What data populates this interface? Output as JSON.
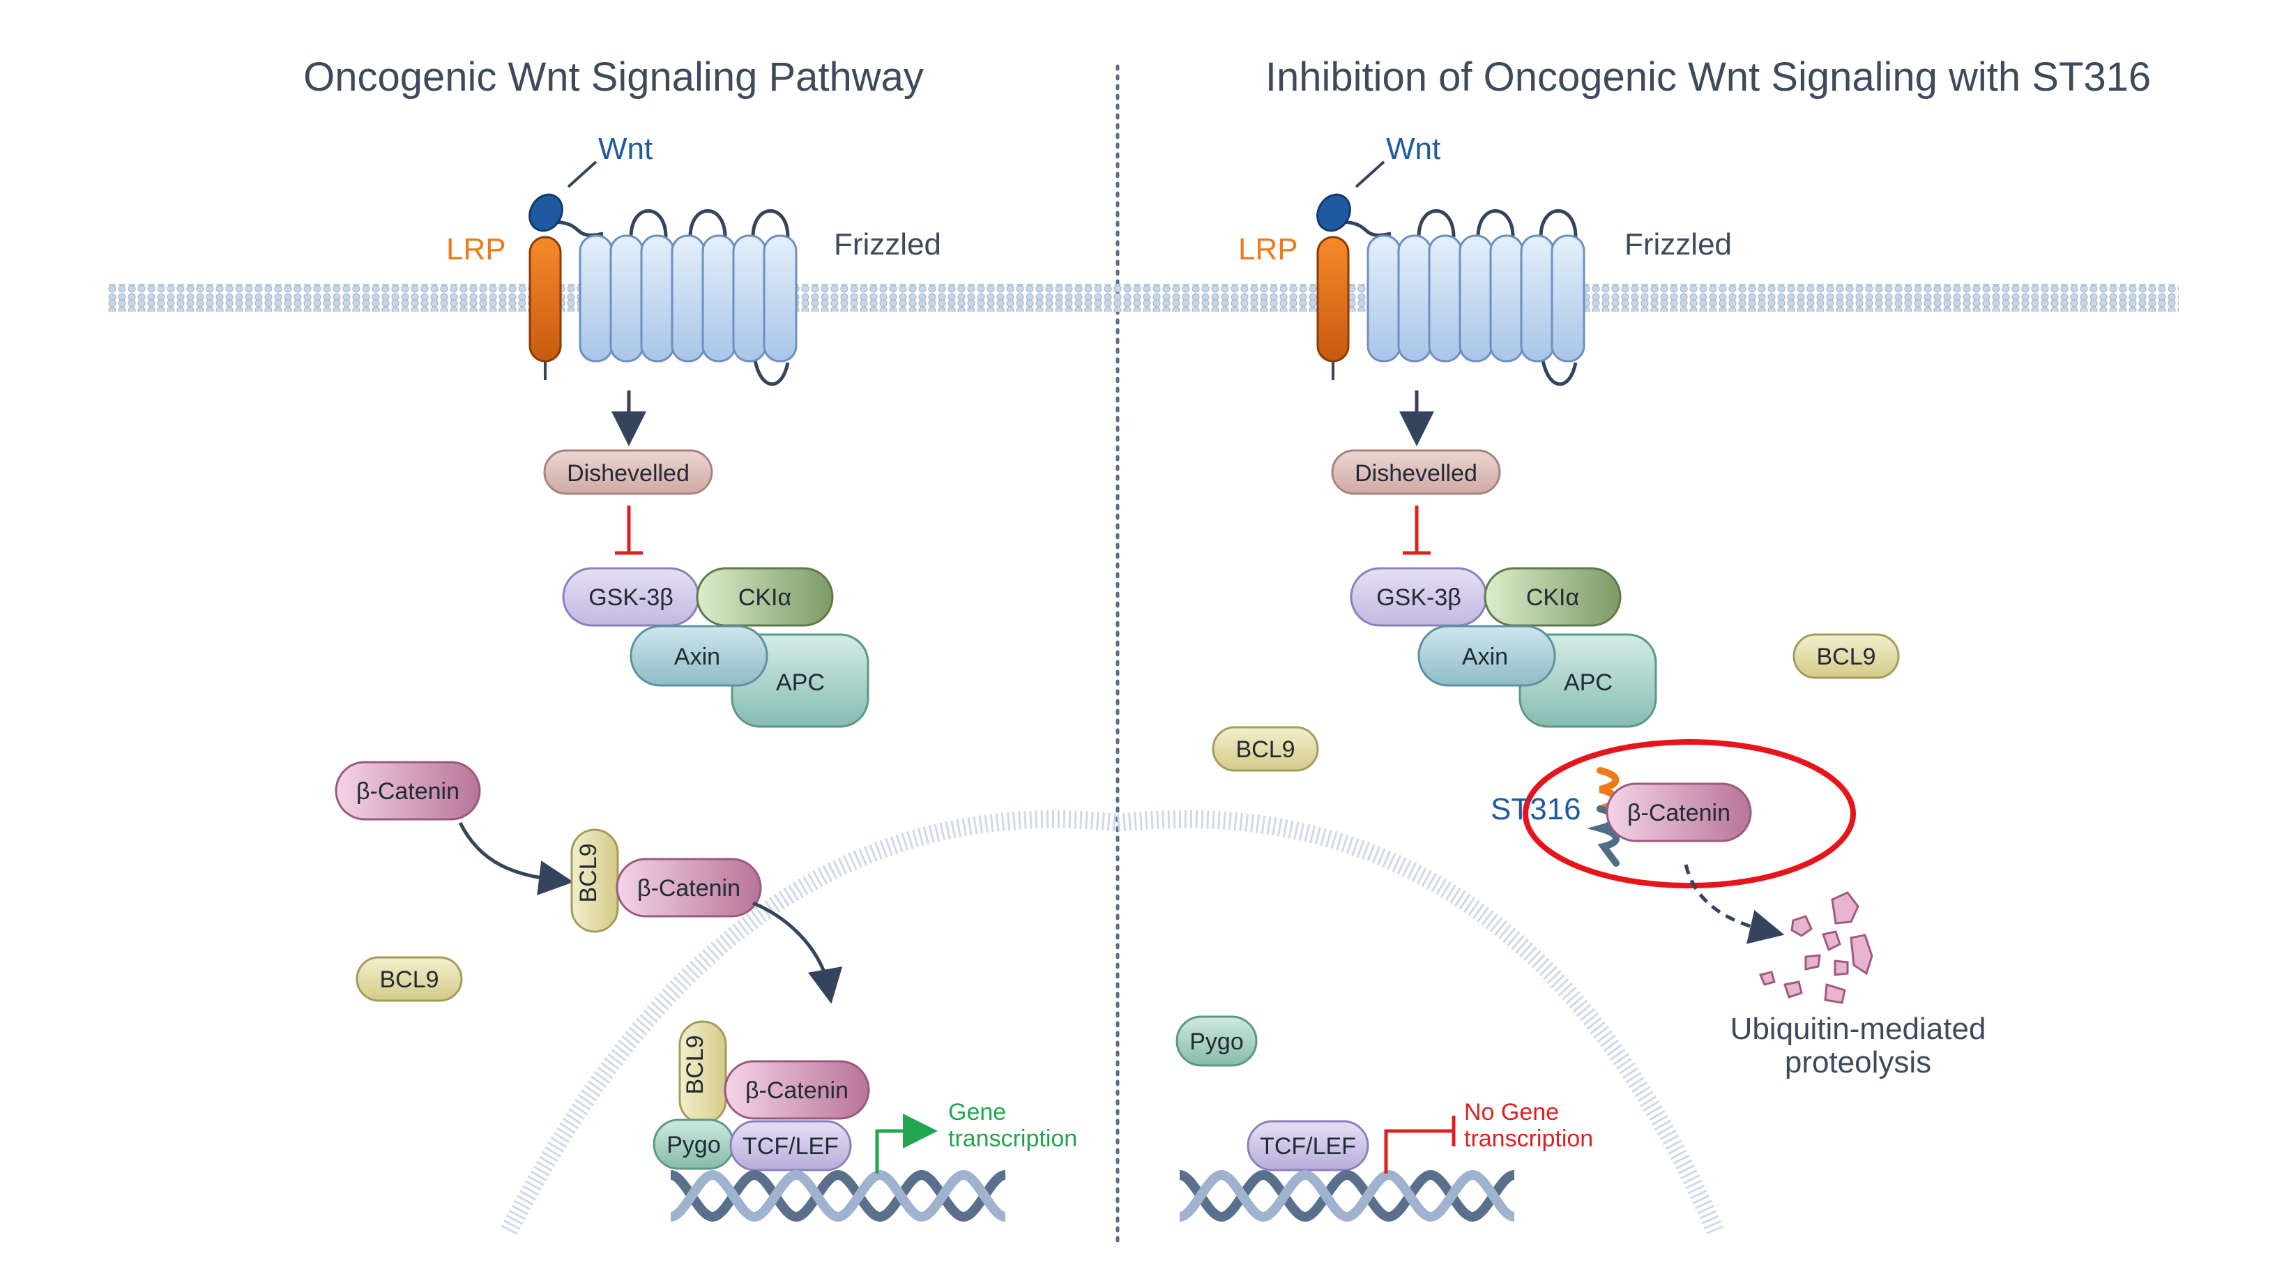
{
  "titles": {
    "left": "Oncogenic Wnt Signaling Pathway",
    "right": "Inhibition of Oncogenic Wnt Signaling with ST316"
  },
  "receptor": {
    "wnt": "Wnt",
    "lrp": "LRP",
    "frizzled": "Frizzled"
  },
  "proteins": {
    "dishevelled": "Dishevelled",
    "gsk3b": "GSK-3β",
    "ck1a": "CKIα",
    "axin": "Axin",
    "apc": "APC",
    "beta_catenin": "β-Catenin",
    "bcl9": "BCL9",
    "pygo": "Pygo",
    "tcf_lef": "TCF/LEF"
  },
  "drug": "ST316",
  "outcomes": {
    "gene_line1": "Gene",
    "gene_line2": "transcription",
    "no_gene_line1": "No Gene",
    "no_gene_line2": "transcription",
    "proteolysis_line1": "Ubiquitin-mediated",
    "proteolysis_line2": "proteolysis"
  },
  "colors": {
    "title": "#3d4a5c",
    "lrp": "#f07a1a",
    "wnt": "#1f5aa0",
    "gene_transcription": "#21a650",
    "inhibition": "#e02020"
  }
}
